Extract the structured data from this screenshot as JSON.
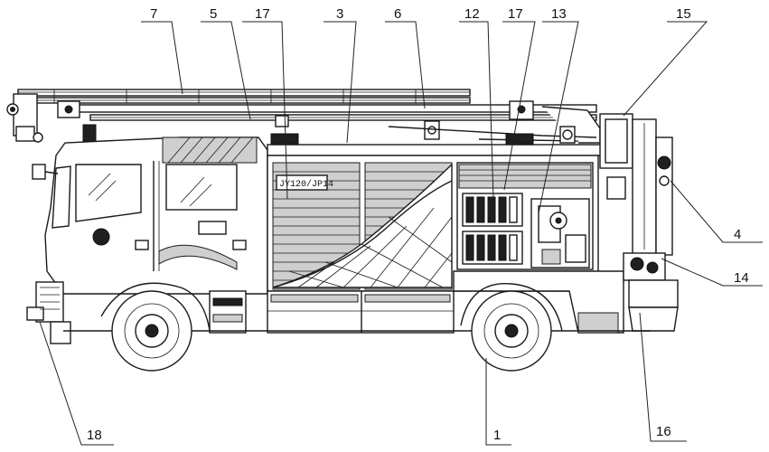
{
  "colors": {
    "line": "#1a1a1a",
    "background": "#ffffff",
    "shade": "#cfcfcf"
  },
  "body_plate_text": "JY120/JP14",
  "callouts": [
    {
      "id": "c7",
      "label": "7"
    },
    {
      "id": "c5",
      "label": "5"
    },
    {
      "id": "c17a",
      "label": "17"
    },
    {
      "id": "c3",
      "label": "3"
    },
    {
      "id": "c6",
      "label": "6"
    },
    {
      "id": "c12",
      "label": "12"
    },
    {
      "id": "c17b",
      "label": "17"
    },
    {
      "id": "c13",
      "label": "13"
    },
    {
      "id": "c15",
      "label": "15"
    },
    {
      "id": "c4",
      "label": "4"
    },
    {
      "id": "c14",
      "label": "14"
    },
    {
      "id": "c16",
      "label": "16"
    },
    {
      "id": "c1",
      "label": "1"
    },
    {
      "id": "c18",
      "label": "18"
    }
  ]
}
